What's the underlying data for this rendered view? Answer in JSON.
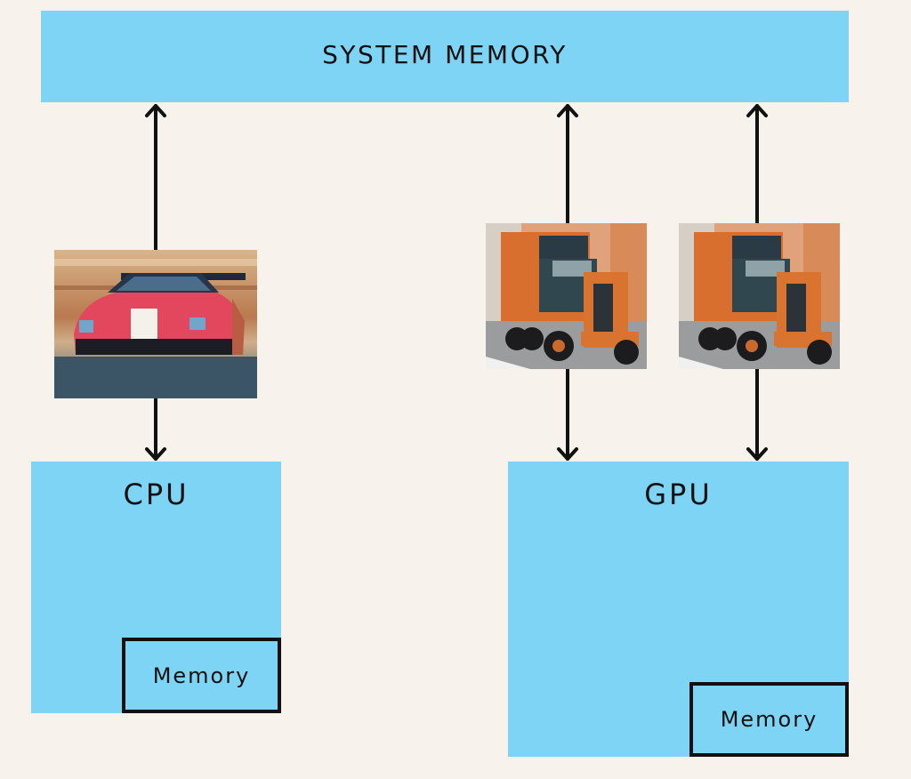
{
  "diagram": {
    "system_memory": {
      "label": "SYSTEM MEMORY"
    },
    "cpu": {
      "label": "CPU",
      "memory_label": "Memory",
      "vehicle": "sports-car"
    },
    "gpu": {
      "label": "GPU",
      "memory_label": "Memory",
      "vehicles": [
        "truck",
        "truck"
      ]
    },
    "connections": [
      {
        "from": "system-memory",
        "to": "cpu",
        "via": "sports-car",
        "direction": "bidirectional"
      },
      {
        "from": "system-memory",
        "to": "gpu",
        "via": "truck",
        "direction": "bidirectional"
      },
      {
        "from": "system-memory",
        "to": "gpu",
        "via": "truck",
        "direction": "bidirectional"
      }
    ],
    "colors": {
      "background": "#f7f2eb",
      "box_fill": "#7dd4f5",
      "stroke": "#111111"
    }
  }
}
